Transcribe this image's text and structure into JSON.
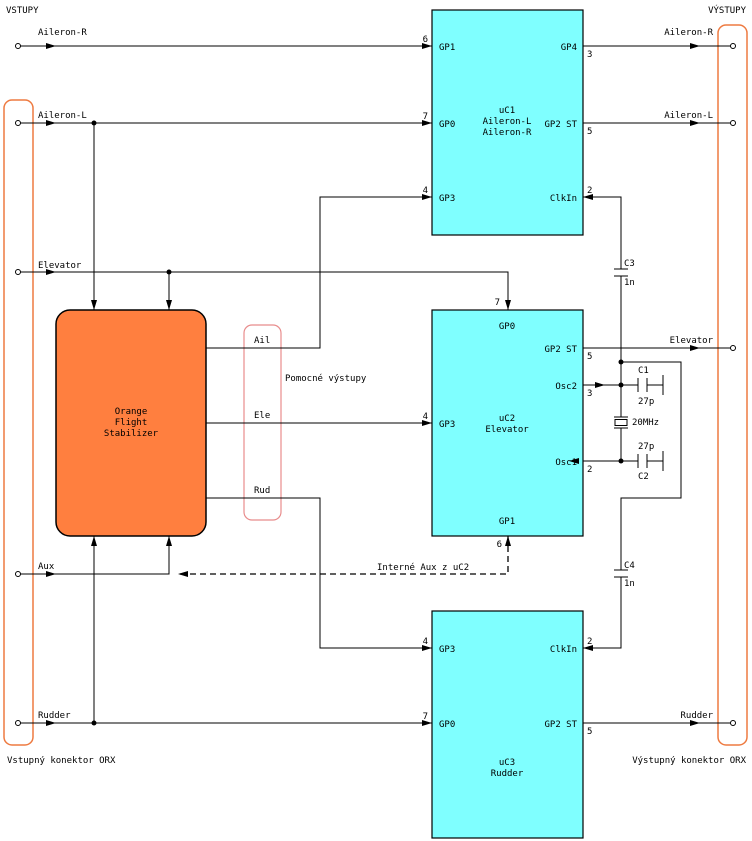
{
  "labels": {
    "inputs_title": "VSTUPY",
    "outputs_title": "VÝSTUPY",
    "input_connector": "Vstupný konektor ORX",
    "output_connector": "Výstupný konektor ORX",
    "aux_group": "Pomocné výstupy",
    "internal_aux": "Interné Aux z uC2"
  },
  "inputs": {
    "aileron_r": "Aileron-R",
    "aileron_l": "Aileron-L",
    "elevator": "Elevator",
    "aux": "Aux",
    "rudder": "Rudder"
  },
  "outputs": {
    "aileron_r": "Aileron-R",
    "aileron_l": "Aileron-L",
    "elevator": "Elevator",
    "rudder": "Rudder"
  },
  "stabilizer": {
    "line1": "Orange",
    "line2": "Flight",
    "line3": "Stabilizer",
    "out_ail": "Ail",
    "out_ele": "Ele",
    "out_rud": "Rud"
  },
  "uc1": {
    "name1": "uC1",
    "name2": "Aileron-L",
    "name3": "Aileron-R",
    "gp1": "GP1",
    "gp1_pin": "6",
    "gp0": "GP0",
    "gp0_pin": "7",
    "gp3": "GP3",
    "gp3_pin": "4",
    "gp4": "GP4",
    "gp4_pin": "3",
    "gp2": "GP2 ST",
    "gp2_pin": "5",
    "clk": "ClkIn",
    "clk_pin": "2"
  },
  "uc2": {
    "name1": "uC2",
    "name2": "Elevator",
    "gp0": "GP0",
    "gp0_pin": "7",
    "gp3": "GP3",
    "gp3_pin": "4",
    "gp2": "GP2 ST",
    "gp2_pin": "5",
    "osc2": "Osc2",
    "osc2_pin": "3",
    "osc1": "Osc1",
    "osc1_pin": "2",
    "gp1": "GP1",
    "gp1_pin": "6"
  },
  "uc3": {
    "name1": "uC3",
    "name2": "Rudder",
    "gp3": "GP3",
    "gp3_pin": "4",
    "gp0": "GP0",
    "gp0_pin": "7",
    "gp2": "GP2 ST",
    "gp2_pin": "5",
    "clk": "ClkIn",
    "clk_pin": "2"
  },
  "components": {
    "c3_name": "C3",
    "c3_value": "1n",
    "c4_name": "C4",
    "c4_value": "1n",
    "c1_name": "C1",
    "c1_value": "27p",
    "c2_name": "C2",
    "c2_value": "27p",
    "crystal": "20MHz"
  }
}
